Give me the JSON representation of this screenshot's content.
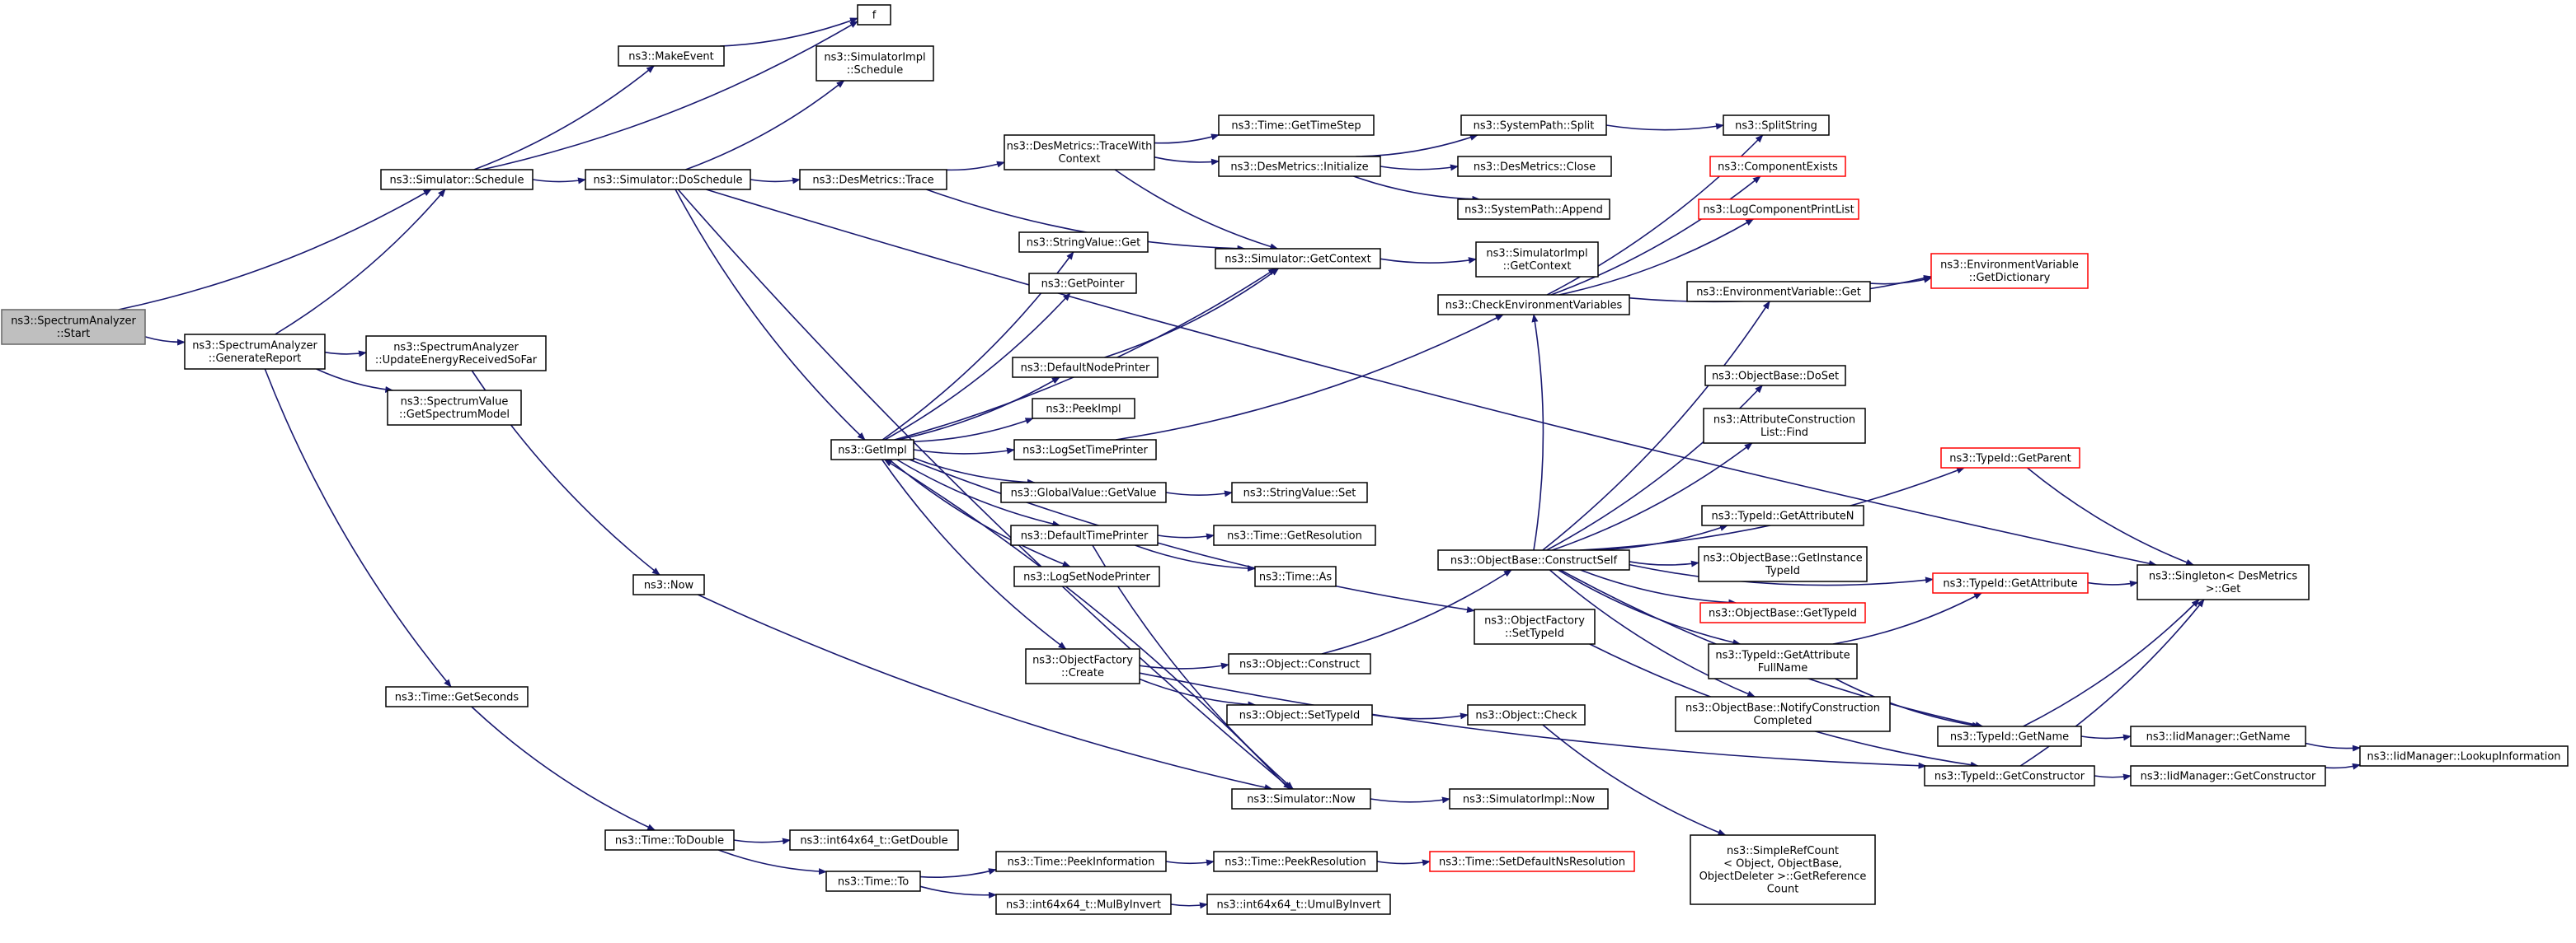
{
  "graph": {
    "title": "",
    "colors": {
      "edge": "#191970",
      "text": "#000000",
      "box_border": "#000000",
      "root_fill": "#bfbfbf",
      "root_border": "#666666",
      "truncated_border": "#ff0000",
      "background": "#ffffff"
    },
    "nodes": [
      {
        "id": "start",
        "lines": [
          "ns3::SpectrumAnalyzer",
          "::Start"
        ],
        "style": "root"
      },
      {
        "id": "genreport",
        "lines": [
          "ns3::SpectrumAnalyzer",
          "::GenerateReport"
        ],
        "style": "normal"
      },
      {
        "id": "schedule",
        "lines": [
          "ns3::Simulator::Schedule"
        ],
        "style": "normal"
      },
      {
        "id": "makeevent",
        "lines": [
          "ns3::MakeEvent"
        ],
        "style": "normal"
      },
      {
        "id": "f",
        "lines": [
          "f"
        ],
        "style": "normal"
      },
      {
        "id": "simimpl_schedule",
        "lines": [
          "ns3::SimulatorImpl",
          "::Schedule"
        ],
        "style": "normal"
      },
      {
        "id": "doschedule",
        "lines": [
          "ns3::Simulator::DoSchedule"
        ],
        "style": "normal"
      },
      {
        "id": "desmetrics_trace",
        "lines": [
          "ns3::DesMetrics::Trace"
        ],
        "style": "normal"
      },
      {
        "id": "desmetrics_tracewith",
        "lines": [
          "ns3::DesMetrics::TraceWith",
          "Context"
        ],
        "style": "normal"
      },
      {
        "id": "gettimestep",
        "lines": [
          "ns3::Time::GetTimeStep"
        ],
        "style": "normal"
      },
      {
        "id": "desmetrics_init",
        "lines": [
          "ns3::DesMetrics::Initialize"
        ],
        "style": "normal"
      },
      {
        "id": "syspath_split",
        "lines": [
          "ns3::SystemPath::Split"
        ],
        "style": "normal"
      },
      {
        "id": "splitstring",
        "lines": [
          "ns3::SplitString"
        ],
        "style": "normal"
      },
      {
        "id": "desmetrics_close",
        "lines": [
          "ns3::DesMetrics::Close"
        ],
        "style": "normal"
      },
      {
        "id": "syspath_append",
        "lines": [
          "ns3::SystemPath::Append"
        ],
        "style": "normal"
      },
      {
        "id": "compexists",
        "lines": [
          "ns3::ComponentExists"
        ],
        "style": "truncated"
      },
      {
        "id": "logcompprint",
        "lines": [
          "ns3::LogComponentPrintList"
        ],
        "style": "truncated"
      },
      {
        "id": "envvar_getdict",
        "lines": [
          "ns3::EnvironmentVariable",
          "::GetDictionary"
        ],
        "style": "truncated"
      },
      {
        "id": "envvar_get",
        "lines": [
          "ns3::EnvironmentVariable::Get"
        ],
        "style": "normal"
      },
      {
        "id": "checkenv",
        "lines": [
          "ns3::CheckEnvironmentVariables"
        ],
        "style": "normal"
      },
      {
        "id": "sim_getcontext",
        "lines": [
          "ns3::Simulator::GetContext"
        ],
        "style": "normal"
      },
      {
        "id": "simimpl_getcontext",
        "lines": [
          "ns3::SimulatorImpl",
          "::GetContext"
        ],
        "style": "normal"
      },
      {
        "id": "stringvalue_get",
        "lines": [
          "ns3::StringValue::Get"
        ],
        "style": "normal"
      },
      {
        "id": "getpointer",
        "lines": [
          "ns3::GetPointer"
        ],
        "style": "normal"
      },
      {
        "id": "defnodeprinter",
        "lines": [
          "ns3::DefaultNodePrinter"
        ],
        "style": "normal"
      },
      {
        "id": "peekimpl",
        "lines": [
          "ns3::PeekImpl"
        ],
        "style": "normal"
      },
      {
        "id": "logsettimeprinter",
        "lines": [
          "ns3::LogSetTimePrinter"
        ],
        "style": "normal"
      },
      {
        "id": "getimpl",
        "lines": [
          "ns3::GetImpl"
        ],
        "style": "normal"
      },
      {
        "id": "globalvalue_getvalue",
        "lines": [
          "ns3::GlobalValue::GetValue"
        ],
        "style": "normal"
      },
      {
        "id": "stringvalue_set",
        "lines": [
          "ns3::StringValue::Set"
        ],
        "style": "normal"
      },
      {
        "id": "deftimeprinter",
        "lines": [
          "ns3::DefaultTimePrinter"
        ],
        "style": "normal"
      },
      {
        "id": "time_getresolution",
        "lines": [
          "ns3::Time::GetResolution"
        ],
        "style": "normal"
      },
      {
        "id": "time_as",
        "lines": [
          "ns3::Time::As"
        ],
        "style": "normal"
      },
      {
        "id": "logsetnodeprinter",
        "lines": [
          "ns3::LogSetNodePrinter"
        ],
        "style": "normal"
      },
      {
        "id": "objfactory_create",
        "lines": [
          "ns3::ObjectFactory",
          "::Create"
        ],
        "style": "normal"
      },
      {
        "id": "object_construct",
        "lines": [
          "ns3::Object::Construct"
        ],
        "style": "normal"
      },
      {
        "id": "object_settypeid",
        "lines": [
          "ns3::Object::SetTypeId"
        ],
        "style": "normal"
      },
      {
        "id": "object_check",
        "lines": [
          "ns3::Object::Check"
        ],
        "style": "normal"
      },
      {
        "id": "objbase_constructself",
        "lines": [
          "ns3::ObjectBase::ConstructSelf"
        ],
        "style": "normal"
      },
      {
        "id": "objfactory_settypeid",
        "lines": [
          "ns3::ObjectFactory",
          "::SetTypeId"
        ],
        "style": "normal"
      },
      {
        "id": "objbase_doset",
        "lines": [
          "ns3::ObjectBase::DoSet"
        ],
        "style": "normal"
      },
      {
        "id": "attrconstr_find",
        "lines": [
          "ns3::AttributeConstruction",
          "List::Find"
        ],
        "style": "normal"
      },
      {
        "id": "typeid_getattrn",
        "lines": [
          "ns3::TypeId::GetAttributeN"
        ],
        "style": "normal"
      },
      {
        "id": "objbase_getinstance",
        "lines": [
          "ns3::ObjectBase::GetInstance",
          "TypeId"
        ],
        "style": "normal"
      },
      {
        "id": "objbase_gettypeid",
        "lines": [
          "ns3::ObjectBase::GetTypeId"
        ],
        "style": "truncated"
      },
      {
        "id": "typeid_getattrfullname",
        "lines": [
          "ns3::TypeId::GetAttribute",
          "FullName"
        ],
        "style": "normal"
      },
      {
        "id": "objbase_notify",
        "lines": [
          "ns3::ObjectBase::NotifyConstruction",
          "Completed"
        ],
        "style": "normal"
      },
      {
        "id": "typeid_getparent",
        "lines": [
          "ns3::TypeId::GetParent"
        ],
        "style": "truncated"
      },
      {
        "id": "typeid_getattribute",
        "lines": [
          "ns3::TypeId::GetAttribute"
        ],
        "style": "truncated"
      },
      {
        "id": "singleton_get",
        "lines": [
          "ns3::Singleton< DesMetrics",
          " >::Get"
        ],
        "style": "normal"
      },
      {
        "id": "typeid_getname",
        "lines": [
          "ns3::TypeId::GetName"
        ],
        "style": "normal"
      },
      {
        "id": "iidmanager_getname",
        "lines": [
          "ns3::IidManager::GetName"
        ],
        "style": "normal"
      },
      {
        "id": "iidmanager_lookup",
        "lines": [
          "ns3::IidManager::LookupInformation"
        ],
        "style": "normal"
      },
      {
        "id": "typeid_getconstructor",
        "lines": [
          "ns3::TypeId::GetConstructor"
        ],
        "style": "normal"
      },
      {
        "id": "iidmanager_getconstructor",
        "lines": [
          "ns3::IidManager::GetConstructor"
        ],
        "style": "normal"
      },
      {
        "id": "simplerefcount",
        "lines": [
          "ns3::SimpleRefCount",
          "< Object, ObjectBase,",
          "ObjectDeleter >::GetReference",
          "Count"
        ],
        "style": "normal"
      },
      {
        "id": "updateenergy",
        "lines": [
          "ns3::SpectrumAnalyzer",
          "::UpdateEnergyReceivedSoFar"
        ],
        "style": "normal"
      },
      {
        "id": "getspectrummodel",
        "lines": [
          "ns3::SpectrumValue",
          "::GetSpectrumModel"
        ],
        "style": "normal"
      },
      {
        "id": "now",
        "lines": [
          "ns3::Now"
        ],
        "style": "normal"
      },
      {
        "id": "sim_now",
        "lines": [
          "ns3::Simulator::Now"
        ],
        "style": "normal"
      },
      {
        "id": "simimpl_now",
        "lines": [
          "ns3::SimulatorImpl::Now"
        ],
        "style": "normal"
      },
      {
        "id": "time_getseconds",
        "lines": [
          "ns3::Time::GetSeconds"
        ],
        "style": "normal"
      },
      {
        "id": "time_todouble",
        "lines": [
          "ns3::Time::ToDouble"
        ],
        "style": "normal"
      },
      {
        "id": "int64_getdouble",
        "lines": [
          "ns3::int64x64_t::GetDouble"
        ],
        "style": "normal"
      },
      {
        "id": "time_to",
        "lines": [
          "ns3::Time::To"
        ],
        "style": "normal"
      },
      {
        "id": "time_peekinfo",
        "lines": [
          "ns3::Time::PeekInformation"
        ],
        "style": "normal"
      },
      {
        "id": "time_peekres",
        "lines": [
          "ns3::Time::PeekResolution"
        ],
        "style": "normal"
      },
      {
        "id": "time_setdefres",
        "lines": [
          "ns3::Time::SetDefaultNsResolution"
        ],
        "style": "truncated"
      },
      {
        "id": "int64_mulbyinvert",
        "lines": [
          "ns3::int64x64_t::MulByInvert"
        ],
        "style": "normal"
      },
      {
        "id": "int64_umulbyinvert",
        "lines": [
          "ns3::int64x64_t::UmulByInvert"
        ],
        "style": "normal"
      }
    ],
    "edges": [
      {
        "from": "start",
        "to": "genreport"
      },
      {
        "from": "start",
        "to": "schedule"
      },
      {
        "from": "genreport",
        "to": "schedule"
      },
      {
        "from": "genreport",
        "to": "updateenergy"
      },
      {
        "from": "genreport",
        "to": "getspectrummodel"
      },
      {
        "from": "genreport",
        "to": "time_getseconds"
      },
      {
        "from": "schedule",
        "to": "makeevent"
      },
      {
        "from": "schedule",
        "to": "f"
      },
      {
        "from": "schedule",
        "to": "doschedule"
      },
      {
        "from": "makeevent",
        "to": "f"
      },
      {
        "from": "doschedule",
        "to": "simimpl_schedule"
      },
      {
        "from": "doschedule",
        "to": "singleton_get"
      },
      {
        "from": "doschedule",
        "to": "desmetrics_trace"
      },
      {
        "from": "doschedule",
        "to": "getimpl"
      },
      {
        "from": "doschedule",
        "to": "sim_now"
      },
      {
        "from": "desmetrics_trace",
        "to": "desmetrics_tracewith"
      },
      {
        "from": "desmetrics_trace",
        "to": "sim_getcontext"
      },
      {
        "from": "desmetrics_tracewith",
        "to": "gettimestep"
      },
      {
        "from": "desmetrics_tracewith",
        "to": "desmetrics_init"
      },
      {
        "from": "desmetrics_tracewith",
        "to": "sim_getcontext"
      },
      {
        "from": "desmetrics_init",
        "to": "syspath_split"
      },
      {
        "from": "desmetrics_init",
        "to": "desmetrics_close"
      },
      {
        "from": "desmetrics_init",
        "to": "syspath_append"
      },
      {
        "from": "syspath_split",
        "to": "splitstring"
      },
      {
        "from": "sim_getcontext",
        "to": "simimpl_getcontext"
      },
      {
        "from": "checkenv",
        "to": "splitstring"
      },
      {
        "from": "checkenv",
        "to": "compexists"
      },
      {
        "from": "checkenv",
        "to": "logcompprint"
      },
      {
        "from": "checkenv",
        "to": "envvar_getdict"
      },
      {
        "from": "envvar_get",
        "to": "envvar_getdict"
      },
      {
        "from": "getimpl",
        "to": "stringvalue_get"
      },
      {
        "from": "getimpl",
        "to": "getpointer"
      },
      {
        "from": "getimpl",
        "to": "defnodeprinter"
      },
      {
        "from": "getimpl",
        "to": "peekimpl"
      },
      {
        "from": "getimpl",
        "to": "logsettimeprinter"
      },
      {
        "from": "getimpl",
        "to": "globalvalue_getvalue"
      },
      {
        "from": "getimpl",
        "to": "deftimeprinter"
      },
      {
        "from": "getimpl",
        "to": "logsetnodeprinter"
      },
      {
        "from": "getimpl",
        "to": "objfactory_create"
      },
      {
        "from": "getimpl",
        "to": "sim_getcontext"
      },
      {
        "from": "getimpl",
        "to": "objfactory_settypeid"
      },
      {
        "from": "defnodeprinter",
        "to": "sim_getcontext"
      },
      {
        "from": "logsettimeprinter",
        "to": "checkenv"
      },
      {
        "from": "globalvalue_getvalue",
        "to": "stringvalue_set"
      },
      {
        "from": "deftimeprinter",
        "to": "time_getresolution"
      },
      {
        "from": "deftimeprinter",
        "to": "time_as"
      },
      {
        "from": "deftimeprinter",
        "to": "sim_now"
      },
      {
        "from": "objfactory_create",
        "to": "object_construct"
      },
      {
        "from": "objfactory_create",
        "to": "object_settypeid"
      },
      {
        "from": "objfactory_create",
        "to": "typeid_getconstructor"
      },
      {
        "from": "object_construct",
        "to": "objbase_constructself"
      },
      {
        "from": "object_settypeid",
        "to": "object_check"
      },
      {
        "from": "object_check",
        "to": "simplerefcount"
      },
      {
        "from": "objbase_constructself",
        "to": "checkenv"
      },
      {
        "from": "objbase_constructself",
        "to": "envvar_get"
      },
      {
        "from": "objbase_constructself",
        "to": "objbase_doset"
      },
      {
        "from": "objbase_constructself",
        "to": "attrconstr_find"
      },
      {
        "from": "objbase_constructself",
        "to": "typeid_getattrn"
      },
      {
        "from": "objbase_constructself",
        "to": "objbase_getinstance"
      },
      {
        "from": "objbase_constructself",
        "to": "objbase_gettypeid"
      },
      {
        "from": "objbase_constructself",
        "to": "typeid_getattrfullname"
      },
      {
        "from": "objbase_constructself",
        "to": "objbase_notify"
      },
      {
        "from": "objbase_constructself",
        "to": "typeid_getparent"
      },
      {
        "from": "objbase_constructself",
        "to": "typeid_getattribute"
      },
      {
        "from": "objbase_constructself",
        "to": "typeid_getname"
      },
      {
        "from": "objfactory_settypeid",
        "to": "typeid_getconstructor"
      },
      {
        "from": "typeid_getattrfullname",
        "to": "typeid_getattribute"
      },
      {
        "from": "typeid_getattrfullname",
        "to": "typeid_getname"
      },
      {
        "from": "typeid_getparent",
        "to": "singleton_get"
      },
      {
        "from": "typeid_getattribute",
        "to": "singleton_get"
      },
      {
        "from": "typeid_getname",
        "to": "singleton_get"
      },
      {
        "from": "typeid_getname",
        "to": "iidmanager_getname"
      },
      {
        "from": "typeid_getconstructor",
        "to": "singleton_get"
      },
      {
        "from": "typeid_getconstructor",
        "to": "iidmanager_getconstructor"
      },
      {
        "from": "iidmanager_getname",
        "to": "iidmanager_lookup"
      },
      {
        "from": "iidmanager_getconstructor",
        "to": "iidmanager_lookup"
      },
      {
        "from": "updateenergy",
        "to": "now"
      },
      {
        "from": "now",
        "to": "sim_now"
      },
      {
        "from": "sim_now",
        "to": "getimpl"
      },
      {
        "from": "sim_now",
        "to": "simimpl_now"
      },
      {
        "from": "time_getseconds",
        "to": "time_todouble"
      },
      {
        "from": "time_todouble",
        "to": "int64_getdouble"
      },
      {
        "from": "time_todouble",
        "to": "time_to"
      },
      {
        "from": "time_to",
        "to": "time_peekinfo"
      },
      {
        "from": "time_to",
        "to": "int64_mulbyinvert"
      },
      {
        "from": "time_peekinfo",
        "to": "time_peekres"
      },
      {
        "from": "time_peekres",
        "to": "time_setdefres"
      },
      {
        "from": "int64_mulbyinvert",
        "to": "int64_umulbyinvert"
      }
    ]
  }
}
